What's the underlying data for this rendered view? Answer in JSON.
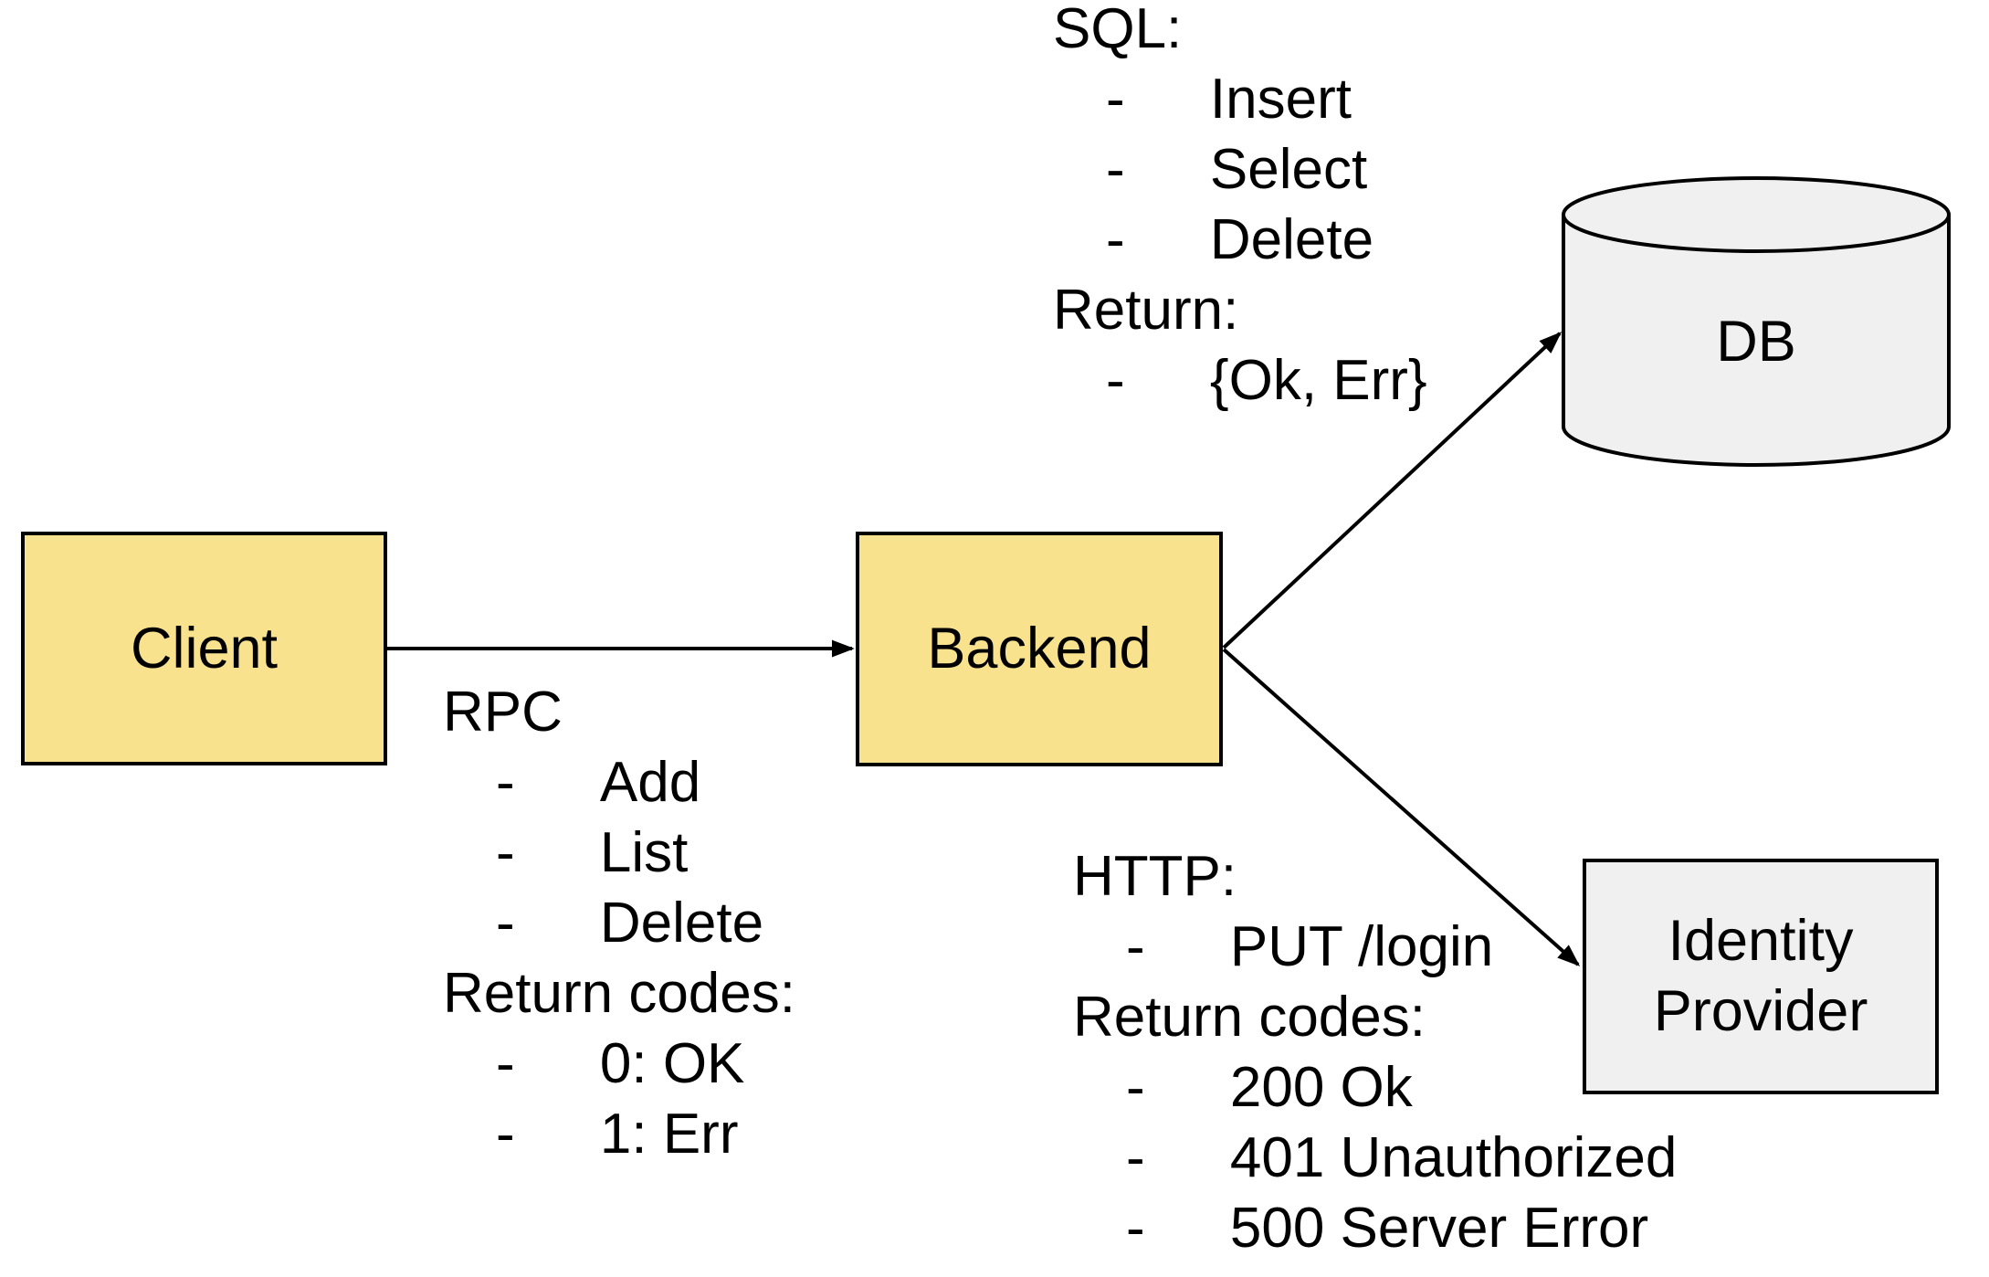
{
  "nodes": {
    "client": {
      "label": "Client"
    },
    "backend": {
      "label": "Backend"
    },
    "db": {
      "label": "DB"
    },
    "identity_provider": {
      "line1": "Identity",
      "line2": "Provider"
    }
  },
  "edges": [
    {
      "from": "Client",
      "to": "Backend"
    },
    {
      "from": "Backend",
      "to": "DB"
    },
    {
      "from": "Backend",
      "to": "Identity Provider"
    }
  ],
  "annotations": {
    "sql": {
      "heading": "SQL:",
      "bullet_char": "-",
      "items": [
        "Insert",
        "Select",
        "Delete"
      ],
      "subheading": "Return:",
      "subitems": [
        "{Ok, Err}"
      ]
    },
    "rpc": {
      "heading": "RPC",
      "bullet_char": "-",
      "items": [
        "Add",
        "List",
        "Delete"
      ],
      "subheading": "Return codes:",
      "subitems": [
        "0: OK",
        "1: Err"
      ]
    },
    "http": {
      "heading": "HTTP:",
      "bullet_char": "-",
      "items": [
        "PUT /login"
      ],
      "subheading": "Return codes:",
      "subitems": [
        "200 Ok",
        "401 Unauthorized",
        "500 Server Error"
      ]
    }
  },
  "colors": {
    "node_fill_yellow": "#F8E28E",
    "node_fill_gray": "#F0F0F0",
    "stroke": "#000000",
    "background": "#FFFFFF"
  }
}
